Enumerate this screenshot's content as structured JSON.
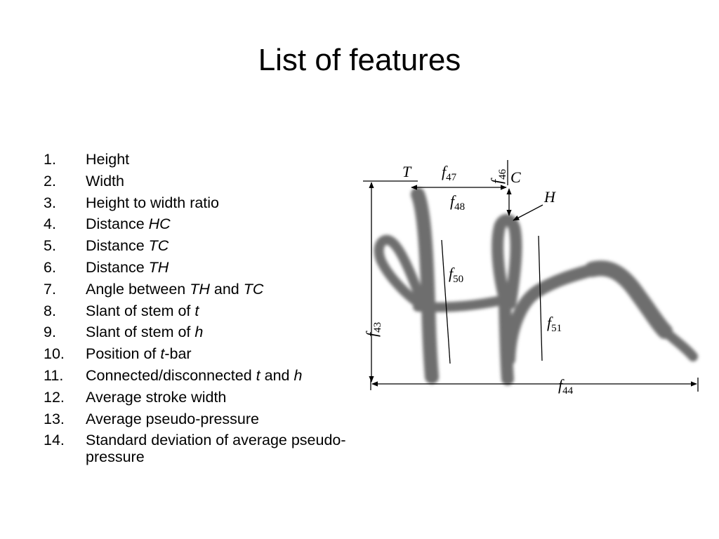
{
  "title": "List of features",
  "features": [
    {
      "num": "1.",
      "parts": [
        {
          "t": "Height"
        }
      ]
    },
    {
      "num": "2.",
      "parts": [
        {
          "t": "Width"
        }
      ]
    },
    {
      "num": "3.",
      "parts": [
        {
          "t": "Height to width ratio"
        }
      ]
    },
    {
      "num": "4.",
      "parts": [
        {
          "t": "Distance "
        },
        {
          "t": "HC",
          "i": true
        }
      ]
    },
    {
      "num": "5.",
      "parts": [
        {
          "t": "Distance "
        },
        {
          "t": "TC",
          "i": true
        }
      ]
    },
    {
      "num": "6.",
      "parts": [
        {
          "t": "Distance "
        },
        {
          "t": "TH",
          "i": true
        }
      ]
    },
    {
      "num": "7.",
      "parts": [
        {
          "t": "Angle between "
        },
        {
          "t": "TH",
          "i": true
        },
        {
          "t": " and "
        },
        {
          "t": "TC",
          "i": true
        }
      ]
    },
    {
      "num": "8.",
      "parts": [
        {
          "t": "Slant of stem of "
        },
        {
          "t": "t",
          "i": true
        }
      ]
    },
    {
      "num": "9.",
      "parts": [
        {
          "t": "Slant of stem of "
        },
        {
          "t": "h",
          "i": true
        }
      ]
    },
    {
      "num": "10.",
      "parts": [
        {
          "t": "Position of "
        },
        {
          "t": "t",
          "i": true
        },
        {
          "t": "-bar"
        }
      ]
    },
    {
      "num": "11.",
      "parts": [
        {
          "t": "Connected/disconnected "
        },
        {
          "t": "t",
          "i": true
        },
        {
          "t": " and "
        },
        {
          "t": "h",
          "i": true
        }
      ]
    },
    {
      "num": "12.",
      "parts": [
        {
          "t": "Average stroke width"
        }
      ]
    },
    {
      "num": "13.",
      "parts": [
        {
          "t": "Average pseudo-pressure"
        }
      ]
    },
    {
      "num": "14.",
      "parts": [
        {
          "t": "Standard deviation of average pseudo-pressure"
        }
      ]
    }
  ],
  "diagram": {
    "point_T": "T",
    "point_C": "C",
    "point_H": "H",
    "f43": {
      "base": "f",
      "sub": "43"
    },
    "f44": {
      "base": "f",
      "sub": "44"
    },
    "f46": {
      "base": "f",
      "sub": "46"
    },
    "f47": {
      "base": "f",
      "sub": "47"
    },
    "f48": {
      "base": "f",
      "sub": "48"
    },
    "f50": {
      "base": "f",
      "sub": "50"
    },
    "f51": {
      "base": "f",
      "sub": "51"
    },
    "colors": {
      "ink": "#6e6e6e",
      "lines": "#000000"
    }
  }
}
